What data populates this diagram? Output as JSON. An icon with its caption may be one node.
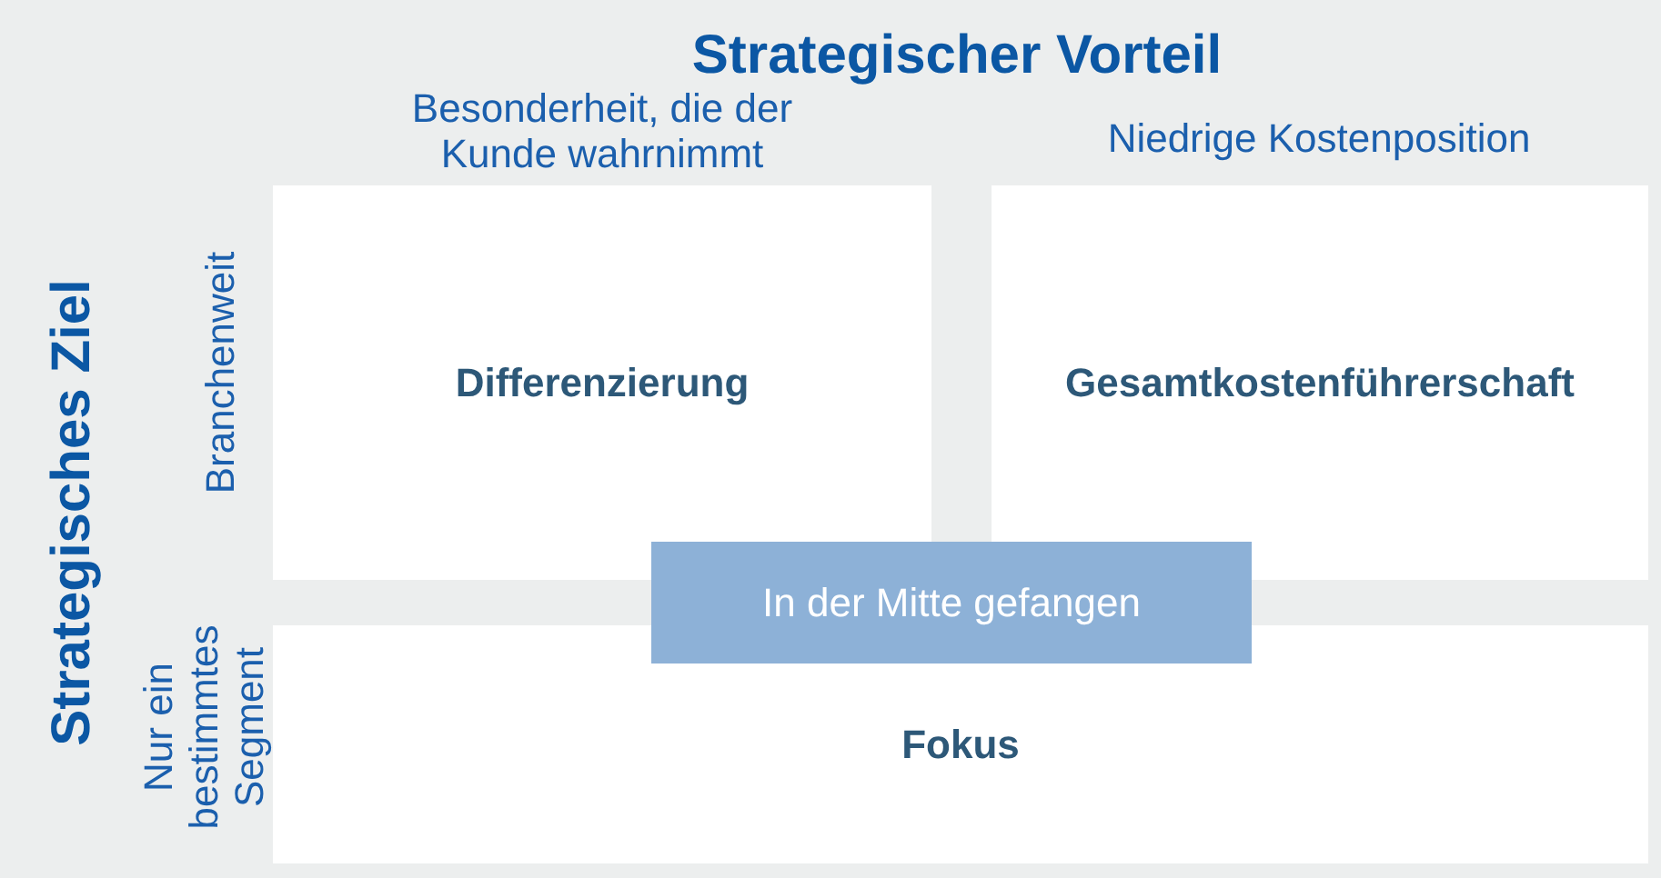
{
  "diagram": {
    "nodes": [
      {
        "text": [
          "Differenzierung"
        ]
      },
      {
        "text": [
          "Gesamtkostenführerschaft"
        ]
      },
      {
        "text": [
          "In der Mitte gefangen"
        ]
      },
      {
        "text": [
          "Fokus"
        ]
      }
    ],
    "labels": [
      "Strategischer Vorteil",
      "Besonderheit, die der Kunde wahrnimmt",
      "Niedrige Kostenposition",
      "Strategisches Ziel",
      "Branchenweit",
      "Nur ein bestimmtes Segment"
    ]
  }
}
